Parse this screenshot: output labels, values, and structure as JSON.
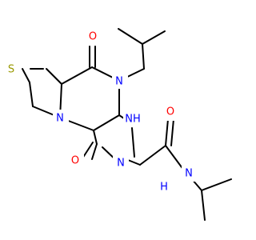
{
  "molecule": {
    "atoms": [
      {
        "id": "S1",
        "label": "S"
      },
      {
        "id": "O1",
        "label": "O"
      },
      {
        "id": "N1",
        "label": "N"
      },
      {
        "id": "N2",
        "label": "N"
      },
      {
        "id": "NH1",
        "label": "NH"
      },
      {
        "id": "N3",
        "label": "N"
      },
      {
        "id": "O2",
        "label": "O"
      },
      {
        "id": "O3",
        "label": "O"
      },
      {
        "id": "NH2",
        "label": "N"
      },
      {
        "id": "H1",
        "label": "H"
      }
    ]
  },
  "colors": {
    "bond": "#000000",
    "sulfur": "#999900",
    "oxygen": "#ff0000",
    "nitrogen": "#0000ff"
  }
}
